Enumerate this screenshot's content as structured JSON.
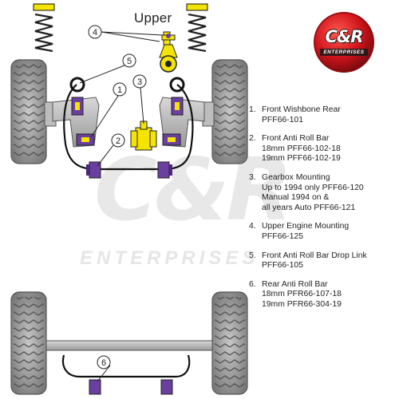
{
  "diagram": {
    "section_label": "Upper",
    "callout_numbers": [
      "1",
      "2",
      "3",
      "4",
      "5",
      "6"
    ],
    "watermark_text": "ENTERPRISES",
    "watermark_logo": "C&R"
  },
  "logo": {
    "text": "C&R",
    "subtitle": "ENTERPRISES"
  },
  "legend": [
    {
      "num": "1.",
      "lines": [
        "Front Wishbone Rear",
        "PFF66-101"
      ]
    },
    {
      "num": "2.",
      "lines": [
        "Front Anti Roll Bar",
        "18mm PFF66-102-18",
        "19mm PFF66-102-19"
      ]
    },
    {
      "num": "3.",
      "lines": [
        "Gearbox Mounting",
        "Up to 1994 only PFF66-120",
        "Manual 1994 on &",
        "all years Auto PFF66-121"
      ]
    },
    {
      "num": "4.",
      "lines": [
        "Upper Engine Mounting",
        "PFF66-125"
      ]
    },
    {
      "num": "5.",
      "lines": [
        "Front Anti Roll Bar Drop Link",
        "PFF66-105"
      ]
    },
    {
      "num": "6.",
      "lines": [
        "Rear Anti Roll Bar",
        "18mm PFR66-107-18",
        "19mm PFR66-304-19"
      ]
    }
  ],
  "colors": {
    "bush_purple": "#6b3fa0",
    "bush_yellow": "#f5e300",
    "logo_red": "#d0141c",
    "tyre_grey": "#9e9e9e",
    "arm_grey": "#bdbdbd"
  }
}
